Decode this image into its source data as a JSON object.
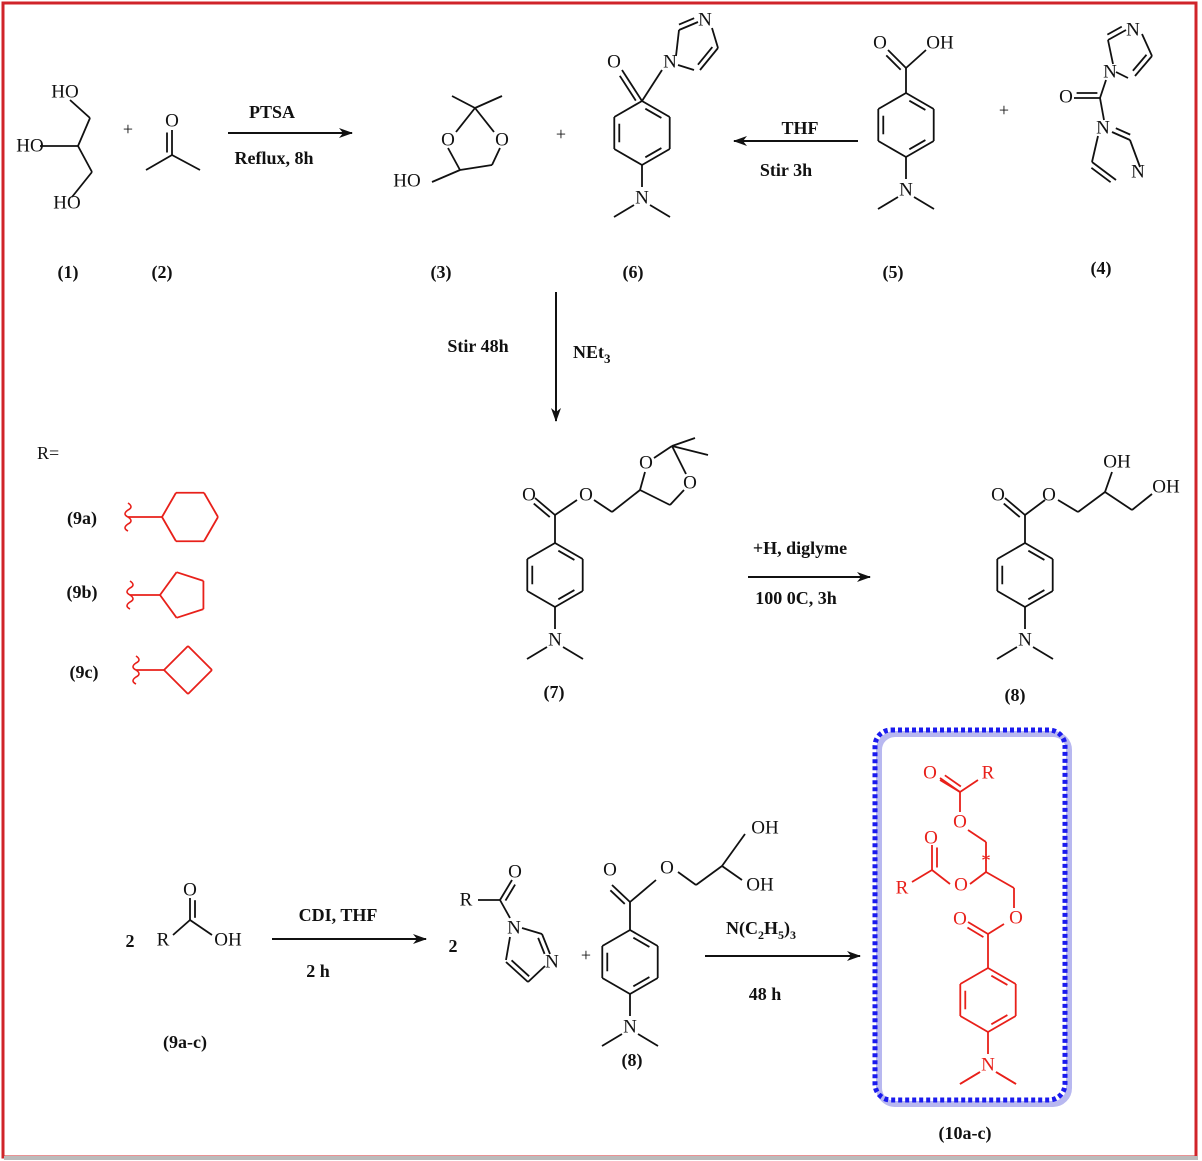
{
  "colors": {
    "border": "#d0242a",
    "highlight": "#e8201a",
    "box": "#1a1aee",
    "ink": "#111111"
  },
  "compound_labels": {
    "c1": "(1)",
    "c2": "(2)",
    "c3": "(3)",
    "c6": "(6)",
    "c5": "(5)",
    "c4": "(4)",
    "c7": "(7)",
    "c8": "(8)",
    "c8b": "(8)",
    "c9ac": "(9a-c)",
    "c10": "(10a-c)"
  },
  "plus": "+",
  "reagents": {
    "r1_top": "PTSA",
    "r1_bottom": "Reflux, 8h",
    "r2_top": "THF",
    "r2_bottom": "Stir 3h",
    "r3_left": "Stir 48h",
    "r3_right_main": "NEt",
    "r3_right_sub": "3",
    "r4_top": "+H, diglyme",
    "r4_bottom": "100 0C, 3h",
    "r5_top": "CDI, THF",
    "r5_bottom": "2 h",
    "r6_top_a": "N(C",
    "r6_top_s1": "2",
    "r6_top_b": "H",
    "r6_top_s2": "5",
    "r6_top_c": ")",
    "r6_top_s3": "3",
    "r6_bottom": "48 h"
  },
  "coefficients": {
    "acid": "2",
    "acyl_imidazole": "2"
  },
  "r_groups": {
    "title": "R=",
    "items": [
      {
        "label": "(9a)",
        "ring": "cyclohexyl"
      },
      {
        "label": "(9b)",
        "ring": "cyclopentyl"
      },
      {
        "label": "(9c)",
        "ring": "cyclobutyl"
      }
    ]
  },
  "atoms": {
    "c1": [
      "HO",
      "HO",
      "HO"
    ],
    "c2": [
      "O"
    ],
    "c3": [
      "O",
      "O",
      "HO"
    ],
    "c6": [
      "O",
      "N",
      "N",
      "N"
    ],
    "c5": [
      "O",
      "OH",
      "N"
    ],
    "c4": [
      "N",
      "N",
      "O",
      "N",
      "N"
    ],
    "c7": [
      "O",
      "O",
      "O",
      "O",
      "N"
    ],
    "c8": [
      "O",
      "O",
      "OH",
      "OH",
      "N"
    ],
    "c9": [
      "O",
      "R",
      "OH"
    ],
    "acylim": [
      "R",
      "O",
      "N",
      "N"
    ],
    "c8b": [
      "O",
      "O",
      "OH",
      "OH",
      "N"
    ],
    "c10": [
      "O",
      "R",
      "O",
      "*",
      "O",
      "O",
      "R",
      "O",
      "O",
      "N"
    ]
  }
}
